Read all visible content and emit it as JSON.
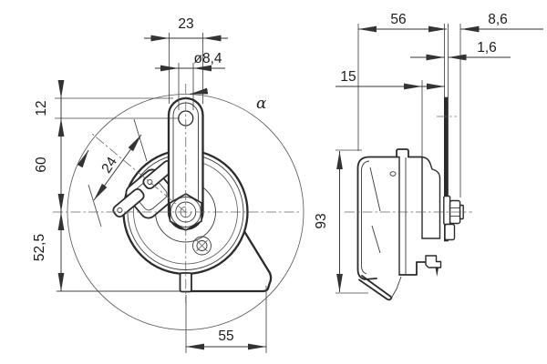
{
  "drawing": {
    "title": "horn-two-view-dimension-drawing",
    "front_view": {
      "bracket_width": "23",
      "hole_diameter": "ø8,4",
      "hole_offset": "12",
      "center_height": "60",
      "terminal_spacing": "24",
      "base_to_center": "52,5",
      "base_width": "55",
      "mounting_angle": "α"
    },
    "side_view": {
      "depth": "56",
      "rear_protrusion": "8,6",
      "bracket_thickness": "1,6",
      "bracket_offset": "15",
      "overall_height": "93"
    },
    "colors": {
      "line": "#2b2b2b",
      "dimension": "#333333",
      "background": "#ffffff"
    }
  }
}
